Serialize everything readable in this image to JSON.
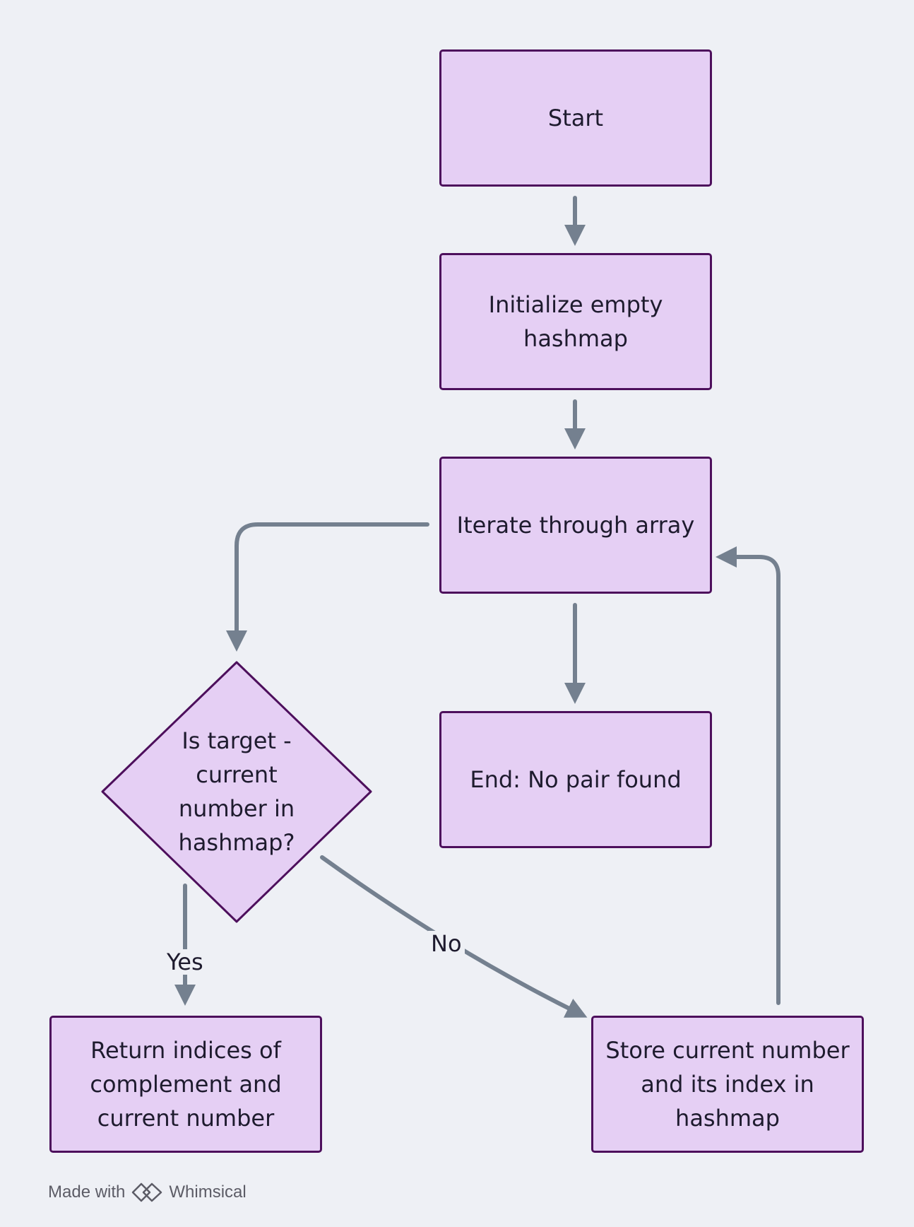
{
  "nodes": {
    "start": "Start",
    "init": "Initialize empty hashmap",
    "iterate": "Iterate through array",
    "decision": "Is target - current number in hashmap?",
    "end_no_pair": "End: No pair found",
    "return_indices": "Return indices of complement and current number",
    "store": "Store current number and its index in hashmap"
  },
  "edges": {
    "yes_label": "Yes",
    "no_label": "No"
  },
  "footer": {
    "made_with": "Made with",
    "brand": "Whimsical"
  },
  "colors": {
    "background": "#eef0f5",
    "node_fill": "#e5cff4",
    "node_border": "#4d0f5c",
    "connector": "#74808f"
  }
}
